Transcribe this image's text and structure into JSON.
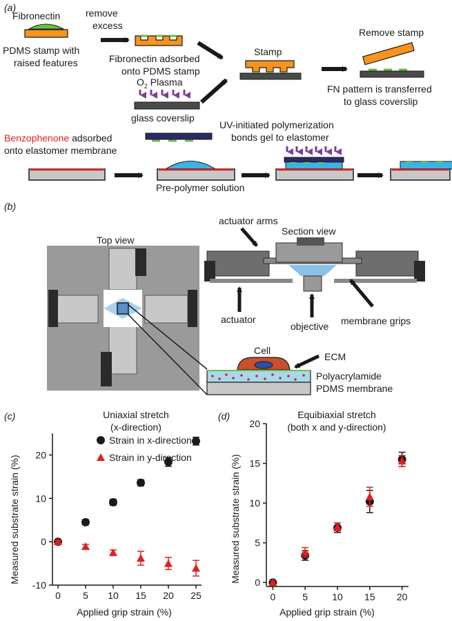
{
  "panel_a": {
    "letter": "(a)",
    "fibronectin": "Fibronectin",
    "stamp_caption_1": "PDMS stamp with",
    "stamp_caption_2": "raised features",
    "remove_excess_1": "remove",
    "remove_excess_2": "excess",
    "adsorbed_1": "Fibronectin adsorbed",
    "adsorbed_2": "onto PDMS stamp",
    "plasma_o": "O",
    "plasma_sub": "2",
    "plasma_word": "Plasma",
    "glass": "glass coverslip",
    "stamp": "Stamp",
    "remove_stamp": "Remove stamp",
    "fn_transfer_1": "FN pattern is transferred",
    "fn_transfer_2": "to glass coverslip",
    "benzo_red": "Benzophenone",
    "benzo_rest": " adsorbed",
    "benzo_2": "onto elastomer membrane",
    "uv_1": "UV-initiated polymerization",
    "uv_2": "bonds gel to elastomer",
    "prepolymer": "Pre-polymer solution"
  },
  "panel_b": {
    "letter": "(b)",
    "top_view": "Top view",
    "actuator_arms": "actuator arms",
    "section_view": "Section view",
    "actuator": "actuator",
    "objective": "objective",
    "membrane_grips": "membrane grips",
    "cell": "Cell",
    "ecm": "ECM",
    "polyacrylamide": "Polyacrylamide",
    "pdms_membrane": "PDMS membrane"
  },
  "colors": {
    "orange": "#f7931e",
    "green": "#6abf4b",
    "purple": "#7b3fa0",
    "cyan": "#3bb3e8",
    "red": "#e02020",
    "gray": "#c8c8c8",
    "dark": "#3a3a3a",
    "cell": "#c8502a",
    "nucleus": "#2e4fa8"
  },
  "chart_data": [
    {
      "panel": "(c)",
      "type": "scatter",
      "title": "Uniaxial stretch",
      "subtitle": "(x-direction)",
      "xlabel": "Applied grip strain (%)",
      "ylabel": "Measured substrate strain (%)",
      "xticks": [
        "0",
        "5",
        "10",
        "15",
        "20",
        "25"
      ],
      "yticks": [
        "-10",
        "0",
        "10",
        "20"
      ],
      "xlim": [
        -1,
        26
      ],
      "ylim": [
        -10,
        25
      ],
      "legend_position": "top-right",
      "series": [
        {
          "name": "Strain in x-direction",
          "marker": "circle",
          "color": "#1a1a1a",
          "x": [
            0,
            5,
            10,
            15,
            20,
            25
          ],
          "y": [
            0,
            4.5,
            9.1,
            13.6,
            18.4,
            23.2
          ],
          "err": [
            0.3,
            0.6,
            0.7,
            0.7,
            1.0,
            0.9
          ]
        },
        {
          "name": "Strain in y-direction",
          "marker": "triangle",
          "color": "#e02020",
          "x": [
            0,
            5,
            10,
            15,
            20,
            25
          ],
          "y": [
            0,
            -1.1,
            -2.5,
            -3.8,
            -5.0,
            -6.1
          ],
          "err": [
            0.3,
            0.5,
            0.6,
            1.6,
            1.4,
            1.8
          ]
        }
      ]
    },
    {
      "panel": "(d)",
      "type": "scatter",
      "title": "Equibiaxial stretch",
      "subtitle": "(both x and y-direction)",
      "xlabel": "Applied grip strain (%)",
      "ylabel": "Measured substrate strain (%)",
      "xticks": [
        "0",
        "5",
        "10",
        "15",
        "20"
      ],
      "yticks": [
        "0",
        "5",
        "10",
        "15",
        "20"
      ],
      "xlim": [
        -1,
        21
      ],
      "ylim": [
        -0.5,
        20
      ],
      "series": [
        {
          "marker": "circle",
          "color": "#1a1a1a",
          "x": [
            0,
            5,
            10,
            15,
            20
          ],
          "y": [
            0,
            3.4,
            6.9,
            10.2,
            15.5
          ],
          "err": [
            0.2,
            0.6,
            0.6,
            1.4,
            0.9
          ]
        },
        {
          "marker": "triangle",
          "color": "#e02020",
          "x": [
            0,
            5,
            10,
            15,
            20
          ],
          "y": [
            0,
            3.8,
            7.0,
            10.8,
            15.3
          ],
          "err": [
            0.2,
            0.6,
            0.5,
            1.2,
            0.7
          ]
        }
      ]
    }
  ]
}
